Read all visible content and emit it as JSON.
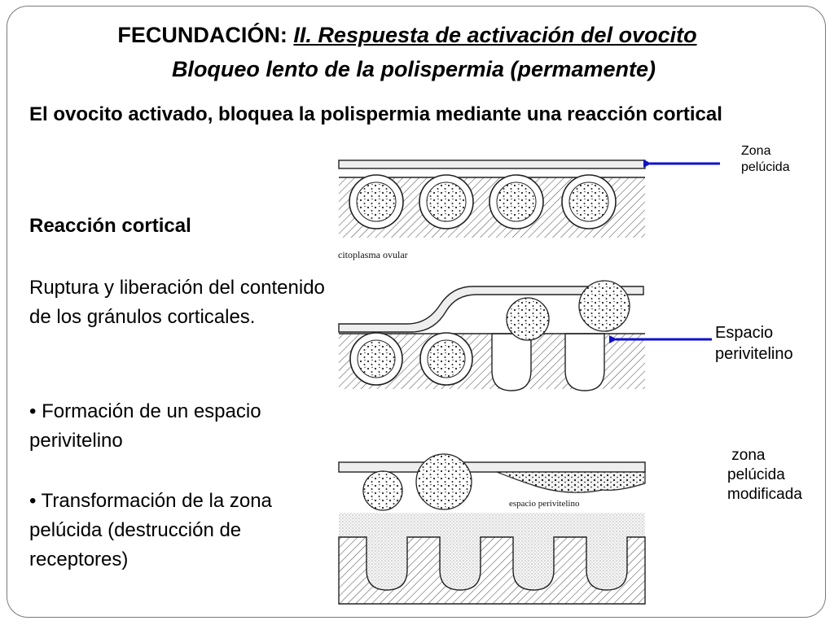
{
  "slide": {
    "title_main": "FECUNDACIÓN:",
    "title_sub": "II. Respuesta de activación del ovocito",
    "title_line2": "Bloqueo lento de la polispermia (permamente)",
    "intro": "El ovocito activado, bloquea la polispermia mediante una reacción cortical",
    "heading": "Reacción cortical",
    "bullet1": " Ruptura y liberación del contenido de los gránulos corticales.",
    "bullet2": "•  Formación de un espacio perivitelino",
    "bullet3": "• Transformación de la zona pelúcida (destrucción de receptores)"
  },
  "labels": {
    "zona_l1": "Zona",
    "zona_l2": "pelúcida",
    "espacio_l1": "Espacio",
    "espacio_l2": "perivitelino",
    "mod_l1": " zona",
    "mod_l2": "pelúcida",
    "mod_l3": "modificada"
  },
  "figure": {
    "caption_top": "citoplasma ovular",
    "caption_bottom": "espacio perivitelino"
  },
  "colors": {
    "arrow": "#1010d0",
    "stroke": "#222222",
    "frame": "#7a7a7a"
  }
}
